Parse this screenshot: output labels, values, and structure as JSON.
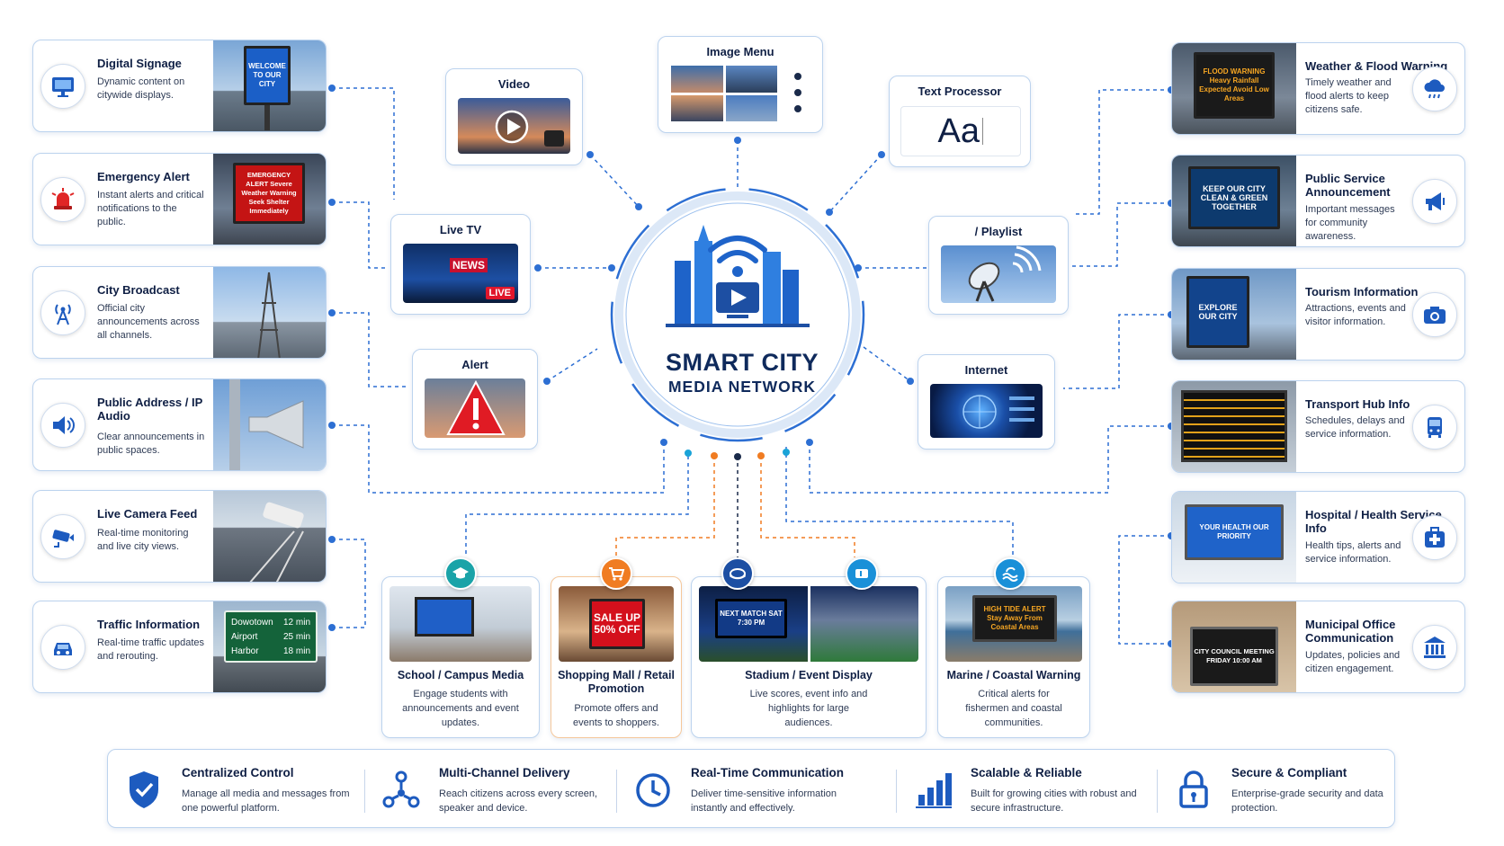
{
  "hub": {
    "title": "SMART CITY",
    "subtitle": "MEDIA NETWORK"
  },
  "left_cards": [
    {
      "title": "Digital Signage",
      "desc": "Dynamic content on citywide displays.",
      "icon": "monitor-icon",
      "sign": "WELCOME TO OUR CITY"
    },
    {
      "title": "Emergency Alert",
      "desc": "Instant alerts and critical notifications to the public.",
      "icon": "siren-icon",
      "sign": "EMERGENCY ALERT Severe Weather Warning Seek Shelter Immediately"
    },
    {
      "title": "City Broadcast",
      "desc": "Official city announcements across all channels.",
      "icon": "broadcast-tower-icon"
    },
    {
      "title": "Public Address / IP Audio",
      "desc": "Clear announcements in public spaces.",
      "icon": "speaker-icon"
    },
    {
      "title": "Live Camera Feed",
      "desc": "Real-time monitoring and live city views.",
      "icon": "camera-icon"
    },
    {
      "title": "Traffic Information",
      "desc": "Real-time traffic updates and rerouting.",
      "icon": "car-icon",
      "sign_rows": [
        {
          "place": "Dowotown",
          "time": "12 min"
        },
        {
          "place": "Airport",
          "time": "25 min"
        },
        {
          "place": "Harbor",
          "time": "18 min"
        }
      ]
    }
  ],
  "right_cards": [
    {
      "title": "Weather & Flood Warning",
      "desc": "Timely weather and flood alerts to keep citizens safe.",
      "icon": "rain-cloud-icon",
      "sign": "FLOOD WARNING Heavy Rainfall Expected Avoid Low Areas"
    },
    {
      "title": "Public Service Announcement",
      "desc": "Important messages for community awareness.",
      "icon": "megaphone-icon",
      "sign": "KEEP OUR CITY CLEAN & GREEN TOGETHER"
    },
    {
      "title": "Tourism Information",
      "desc": "Attractions, events and visitor information.",
      "icon": "camera-icon",
      "sign": "EXPLORE OUR CITY"
    },
    {
      "title": "Transport Hub Info",
      "desc": "Schedules, delays and service information.",
      "icon": "bus-icon"
    },
    {
      "title": "Hospital / Health Service Info",
      "desc": "Health tips, alerts and service information.",
      "icon": "medical-kit-icon",
      "sign": "YOUR HEALTH OUR PRIORITY"
    },
    {
      "title": "Municipal Office Communication",
      "desc": "Updates, policies and citizen engagement.",
      "icon": "government-building-icon",
      "sign": "CITY COUNCIL MEETING FRIDAY 10:00 AM"
    }
  ],
  "media_cards": {
    "video": "Video",
    "image_menu": "Image Menu",
    "text_processor": "Text Processor",
    "text_sample": "Aa",
    "live_tv": "Live TV",
    "live_tv_news": "NEWS",
    "live_tv_badge": "LIVE",
    "playlist": "/ Playlist",
    "alert": "Alert",
    "internet": "Internet"
  },
  "bottom_cards": [
    {
      "title": "School / Campus Media",
      "desc": "Engage students with announcements and event updates.",
      "icon": "graduation-cap-icon",
      "color": "#1aa3a8"
    },
    {
      "title": "Shopping Mall / Retail Promotion",
      "desc": "Promote offers and events to shoppers.",
      "icon": "shopping-cart-icon",
      "color": "#f07c22",
      "sign": "SALE UP 50% OFF"
    },
    {
      "title": "Stadium / Event Display",
      "desc": "Live scores, event info and highlights for large audiences.",
      "icon": "stadium-icon",
      "icon2": "ticket-icon",
      "color": "#1d4fa3",
      "color2": "#1a90d8",
      "sign": "NEXT MATCH SAT 7:30 PM"
    },
    {
      "title": "Marine / Coastal Warning",
      "desc": "Critical alerts for fishermen and coastal communities.",
      "icon": "wave-icon",
      "color": "#1a90d8",
      "sign": "HIGH TIDE ALERT Stay Away From Coastal Areas"
    }
  ],
  "features": [
    {
      "title": "Centralized Control",
      "desc": "Manage all media and messages from one powerful platform.",
      "icon": "shield-check-icon"
    },
    {
      "title": "Multi-Channel Delivery",
      "desc": "Reach citizens across every screen, speaker and device.",
      "icon": "network-nodes-icon"
    },
    {
      "title": "Real-Time Communication",
      "desc": "Deliver time-sensitive information instantly and effectively.",
      "icon": "clock-icon"
    },
    {
      "title": "Scalable & Reliable",
      "desc": "Built for growing cities with robust and secure infrastructure.",
      "icon": "bar-chart-icon"
    },
    {
      "title": "Secure & Compliant",
      "desc": "Enterprise-grade security and data protection.",
      "icon": "padlock-icon"
    }
  ],
  "colors": {
    "primary": "#1d5bbf",
    "dark_text": "#0f1f44",
    "card_border": "#bcd3ee",
    "orange": "#f07c22",
    "teal": "#1aa3a8"
  }
}
